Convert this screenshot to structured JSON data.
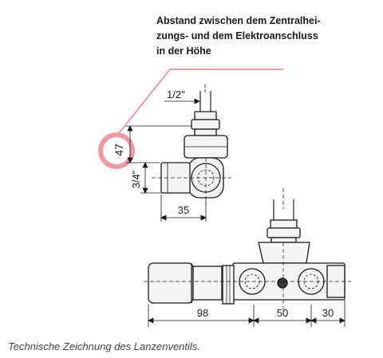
{
  "annotation": {
    "lines": [
      "Abstand zwischen dem Zentralhei-",
      "zungs- und dem Elektroanschluss",
      "in der Höhe"
    ]
  },
  "dimensions": {
    "thread_top": "1/2\"",
    "height": "47",
    "thread_side": "3/4\"",
    "width_side": "35",
    "len_body": "98",
    "len_mid": "50",
    "len_right": "30"
  },
  "caption": "Technische Zeichnung des Lanzenventils.",
  "colors": {
    "highlight": "#f09aa4",
    "line": "#1a1a1a",
    "body": "#f4f4f4",
    "dark": "#3a3a3a"
  }
}
